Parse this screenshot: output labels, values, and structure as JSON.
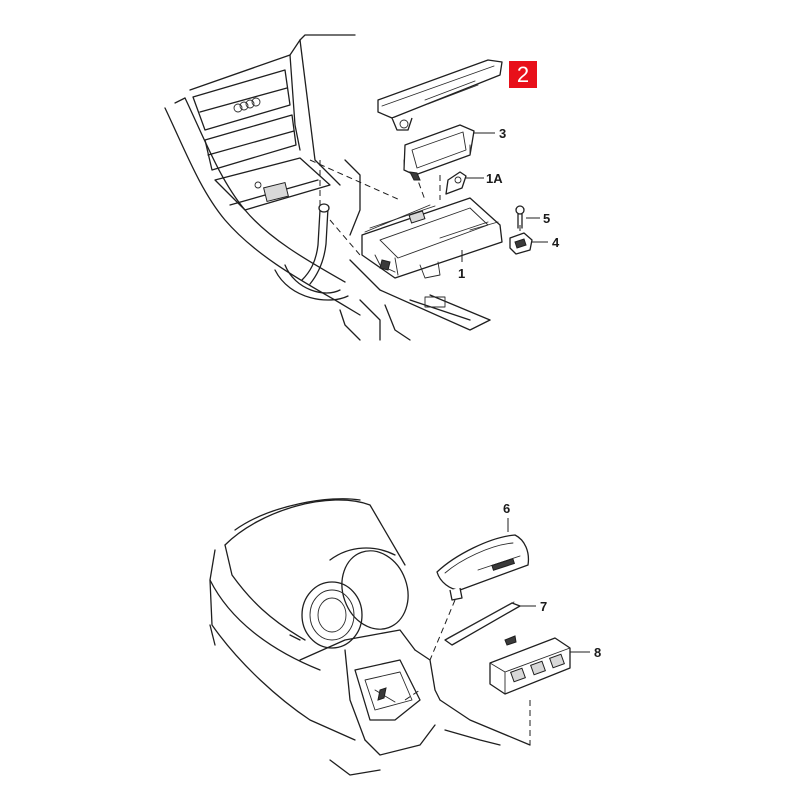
{
  "diagram": {
    "top_assembly": {
      "callouts": {
        "p1": "1",
        "p1A": "1A",
        "p3": "3",
        "p4": "4",
        "p5": "5"
      },
      "highlight": {
        "label": "2",
        "color": "#e8101a"
      }
    },
    "bottom_assembly": {
      "callouts": {
        "p6": "6",
        "p7": "7",
        "p8": "8"
      }
    }
  }
}
